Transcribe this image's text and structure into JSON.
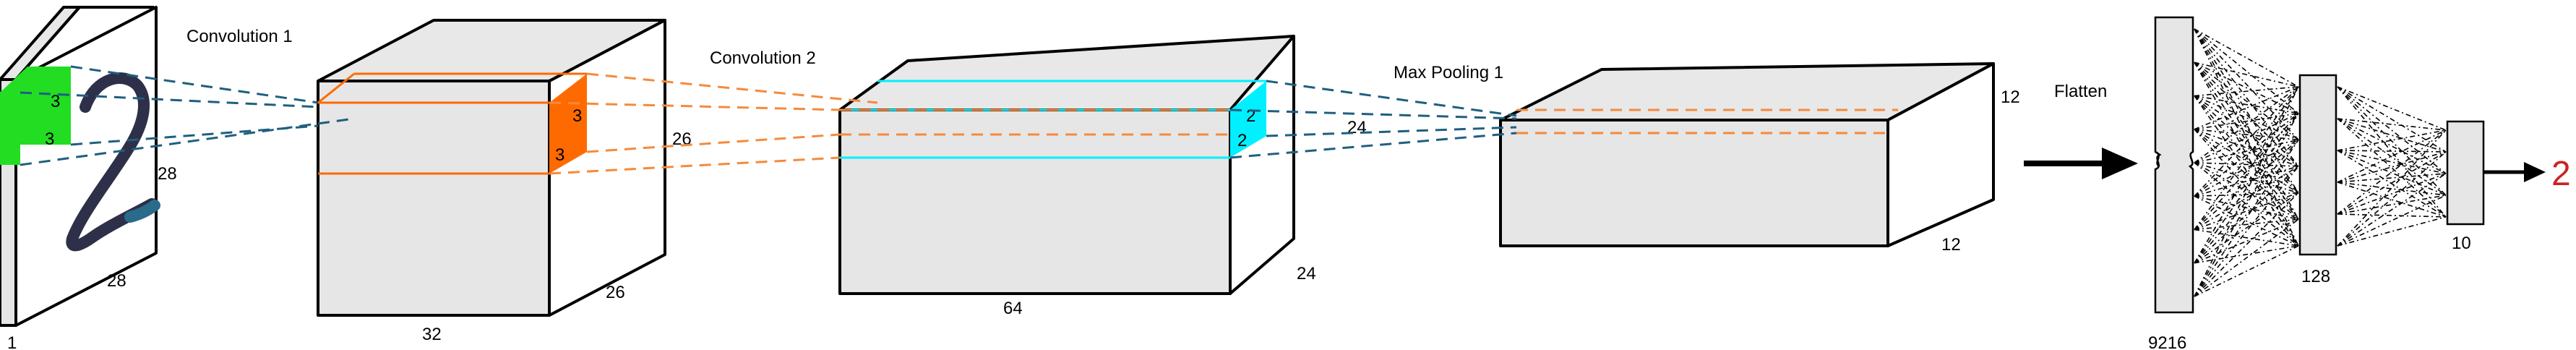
{
  "stages": {
    "conv1": "Convolution 1",
    "conv2": "Convolution 2",
    "pool1": "Max Pooling 1",
    "flatten": "Flatten"
  },
  "input_block": {
    "depth": "1",
    "height": "28",
    "width": "28",
    "kernel_a": "3",
    "kernel_b": "3"
  },
  "conv1_block": {
    "channels": "32",
    "height": "26",
    "width": "26",
    "kernel_a": "3",
    "kernel_b": "3"
  },
  "conv2_block": {
    "channels": "64",
    "height": "24",
    "width": "24",
    "kernel_a": "2",
    "kernel_b": "2"
  },
  "pool_block": {
    "height": "12",
    "width": "12"
  },
  "dense": {
    "flatten_units": "9216",
    "hidden_units": "128",
    "output_units": "10"
  },
  "prediction": "2",
  "colors": {
    "kernel_input": "#22dd22",
    "kernel_conv1": "#ff6a00",
    "kernel_conv2": "#00f0ff",
    "dash_blue": "#1f5f7f",
    "dash_orange": "#f58a3d",
    "prediction": "#cc2222"
  }
}
